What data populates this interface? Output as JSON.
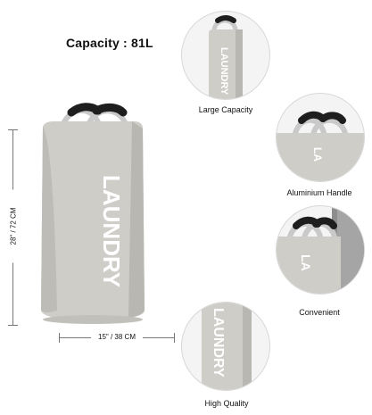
{
  "capacity_text": "Capacity : 81L",
  "dimensions": {
    "height": "28\" / 72 CM",
    "width": "15\" / 38 CM"
  },
  "features": [
    {
      "label": "Large Capacity"
    },
    {
      "label": "Aluminium Handle"
    },
    {
      "label": "Convenient"
    },
    {
      "label": "High Quality"
    }
  ],
  "bag_print": "LAUNDRY",
  "colors": {
    "bag": "#cfcdc8",
    "bag_shadow": "#b9b7b2",
    "handle_metal": "#c9c9c9",
    "handle_grip": "#1e1e1e"
  }
}
